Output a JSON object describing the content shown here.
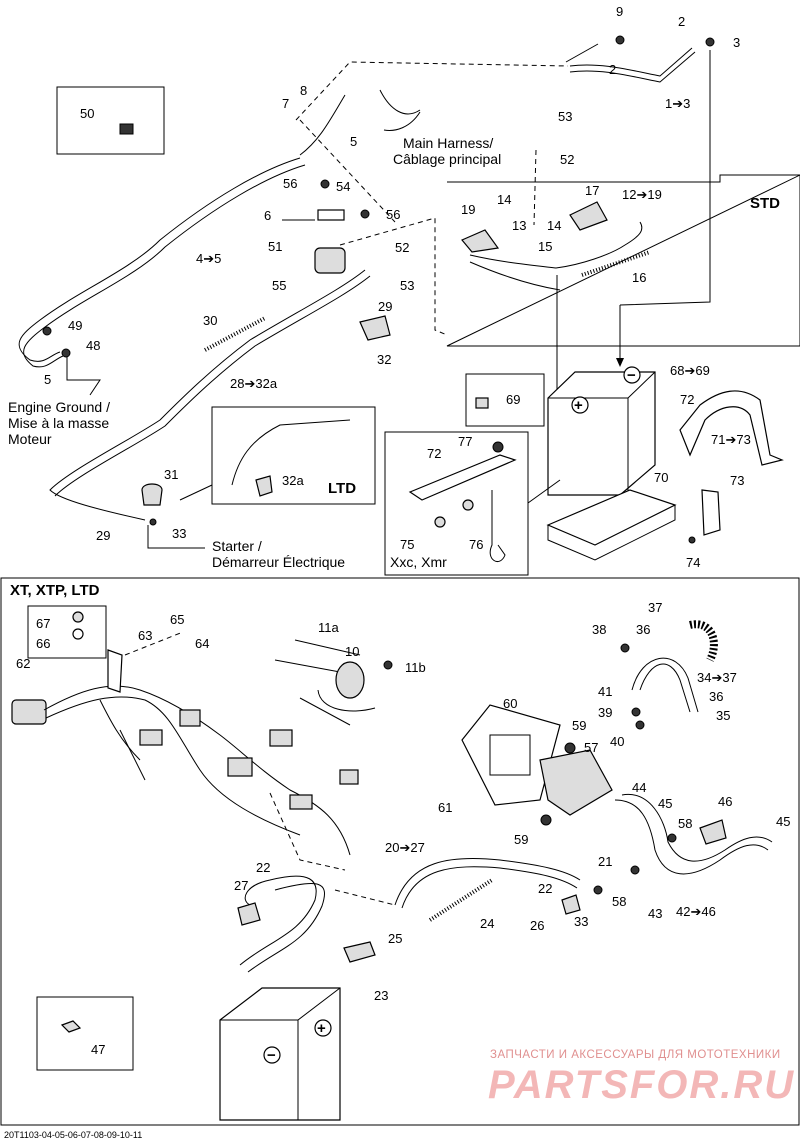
{
  "diagram": {
    "sections": {
      "std_title": "STD",
      "ltd_title": "LTD",
      "variant_title": "XT, XTP, LTD",
      "xxc_caption": "Xxc, Xmr"
    },
    "annotations": {
      "main_harness_1": "Main Harness/",
      "main_harness_2": "Câblage principal",
      "engine_ground_1": "Engine Ground /",
      "engine_ground_2": "Mise à la masse",
      "engine_ground_3": "Moteur",
      "starter_1": "Starter /",
      "starter_2": "Démarreur Électrique"
    },
    "battery_symbols": {
      "plus": "+",
      "minus": "−"
    },
    "callouts_top": [
      "9",
      "2",
      "3",
      "2",
      "1➔3",
      "8",
      "7",
      "5",
      "53",
      "52",
      "Main Harness/",
      "56",
      "54",
      "6",
      "56",
      "51",
      "52",
      "55",
      "53",
      "29",
      "30",
      "4➔5",
      "49",
      "48",
      "5",
      "32",
      "28➔32a",
      "50",
      "19",
      "14",
      "13",
      "17",
      "12➔19",
      "14",
      "15",
      "16",
      "68➔69",
      "69",
      "72",
      "71➔73",
      "77",
      "72",
      "70",
      "73",
      "74",
      "75",
      "76",
      "31",
      "32a",
      "29",
      "33"
    ],
    "callouts_bottom": [
      "37",
      "67",
      "65",
      "64",
      "66",
      "63",
      "11a",
      "10",
      "11b",
      "38",
      "36",
      "34➔37",
      "62",
      "41",
      "36",
      "39",
      "35",
      "40",
      "60",
      "59",
      "57",
      "44",
      "45",
      "46",
      "61",
      "58",
      "59",
      "45",
      "20➔27",
      "21",
      "22",
      "27",
      "22",
      "33",
      "58",
      "26",
      "24",
      "43",
      "42➔46",
      "25",
      "23",
      "47"
    ],
    "labels": {
      "c1": "1➔3",
      "c2": "2",
      "c2b": "2",
      "c3": "3",
      "c4": "4➔5",
      "c5a": "5",
      "c5b": "5",
      "c6": "6",
      "c7": "7",
      "c8": "8",
      "c9": "9",
      "c12": "12➔19",
      "c13": "13",
      "c14a": "14",
      "c14b": "14",
      "c15": "15",
      "c16": "16",
      "c17": "17",
      "c19": "19",
      "c28": "28➔32a",
      "c29a": "29",
      "c29b": "29",
      "c30": "30",
      "c31": "31",
      "c32": "32",
      "c32a": "32a",
      "c33": "33",
      "c48": "48",
      "c49": "49",
      "c50": "50",
      "c51": "51",
      "c52a": "52",
      "c52b": "52",
      "c53a": "53",
      "c53b": "53",
      "c54": "54",
      "c55": "55",
      "c56a": "56",
      "c56b": "56",
      "c68": "68➔69",
      "c69": "69",
      "c70": "70",
      "c71": "71➔73",
      "c72a": "72",
      "c72b": "72",
      "c73": "73",
      "c74": "74",
      "c75": "75",
      "c76": "76",
      "c77": "77",
      "d10": "10",
      "d11a": "11a",
      "d11b": "11b",
      "d20": "20➔27",
      "d21": "21",
      "d22a": "22",
      "d22b": "22",
      "d23": "23",
      "d24": "24",
      "d25": "25",
      "d26": "26",
      "d27": "27",
      "d33": "33",
      "d34": "34➔37",
      "d35": "35",
      "d36a": "36",
      "d36b": "36",
      "d37": "37",
      "d38": "38",
      "d39": "39",
      "d40": "40",
      "d41": "41",
      "d42": "42➔46",
      "d43": "43",
      "d44": "44",
      "d45a": "45",
      "d45b": "45",
      "d46": "46",
      "d47": "47",
      "d57": "57",
      "d58a": "58",
      "d58b": "58",
      "d59a": "59",
      "d59b": "59",
      "d60": "60",
      "d61": "61",
      "d62": "62",
      "d63": "63",
      "d64": "64",
      "d65": "65",
      "d66": "66",
      "d67": "67"
    },
    "watermark": {
      "line1": "ЗАПЧАСТИ И АКСЕССУАРЫ ДЛЯ МОТОТЕХНИКИ",
      "line2": "PARTSFOR.RU"
    },
    "figure_code": "20T1103-04-05-06-07-08-09-10-11"
  }
}
